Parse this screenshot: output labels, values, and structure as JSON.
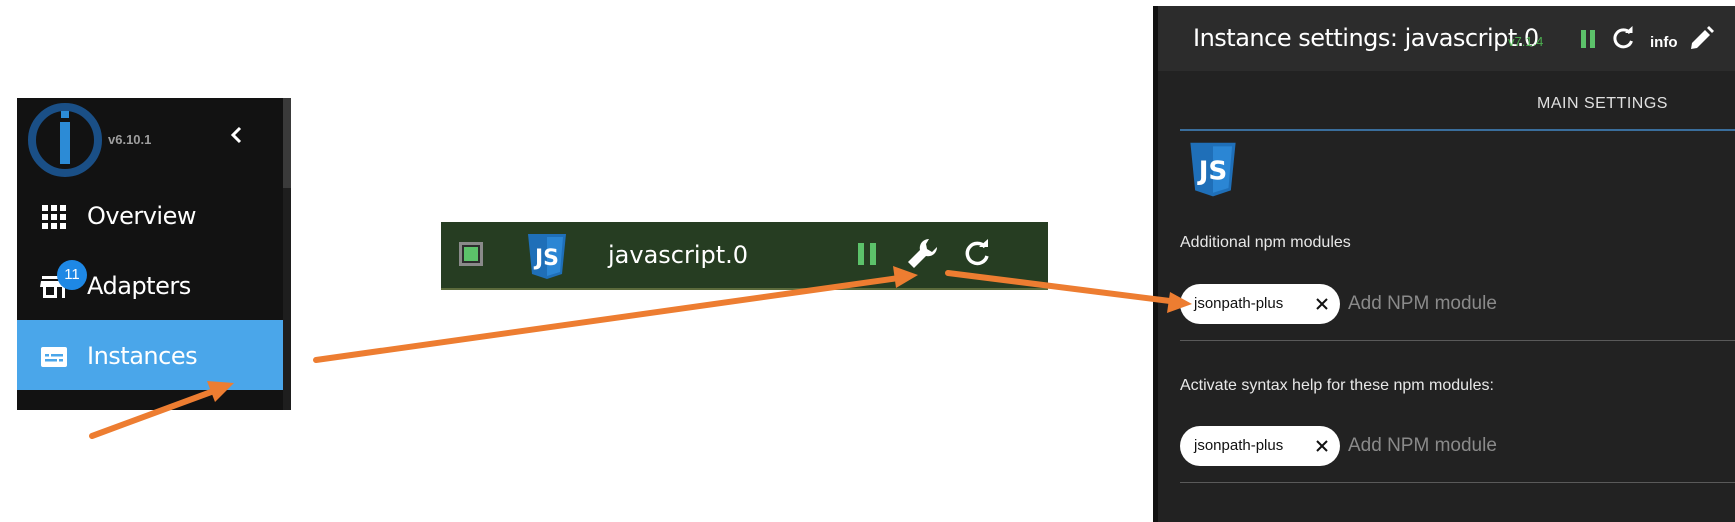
{
  "sidebar": {
    "version": "v6.10.1",
    "items": [
      {
        "label": "Overview",
        "icon": "grid-icon"
      },
      {
        "label": "Adapters",
        "icon": "store-icon",
        "badge": "11"
      },
      {
        "label": "Instances",
        "icon": "instances-icon",
        "active": true
      }
    ]
  },
  "instance_row": {
    "name": "javascript.0",
    "logo": "javascript-logo-icon",
    "buttons": [
      "pause-icon",
      "wrench-icon",
      "refresh-icon"
    ],
    "status_color": "#5cc26a"
  },
  "dialog": {
    "title": "Instance settings: javascript.0",
    "version": "v7.1.4",
    "info_label": "info",
    "tab": "MAIN SETTINGS",
    "fields": [
      {
        "label": "Additional npm modules",
        "chips": [
          "jsonpath-plus"
        ],
        "placeholder": "Add NPM module"
      },
      {
        "label": "Activate syntax help for these npm modules:",
        "chips": [
          "jsonpath-plus"
        ],
        "placeholder": "Add NPM module"
      }
    ]
  },
  "colors": {
    "accent": "#4aa6ea",
    "arrow": "#ed7d31",
    "instance_row_bg": "#263d22",
    "running_green": "#4caf50"
  }
}
